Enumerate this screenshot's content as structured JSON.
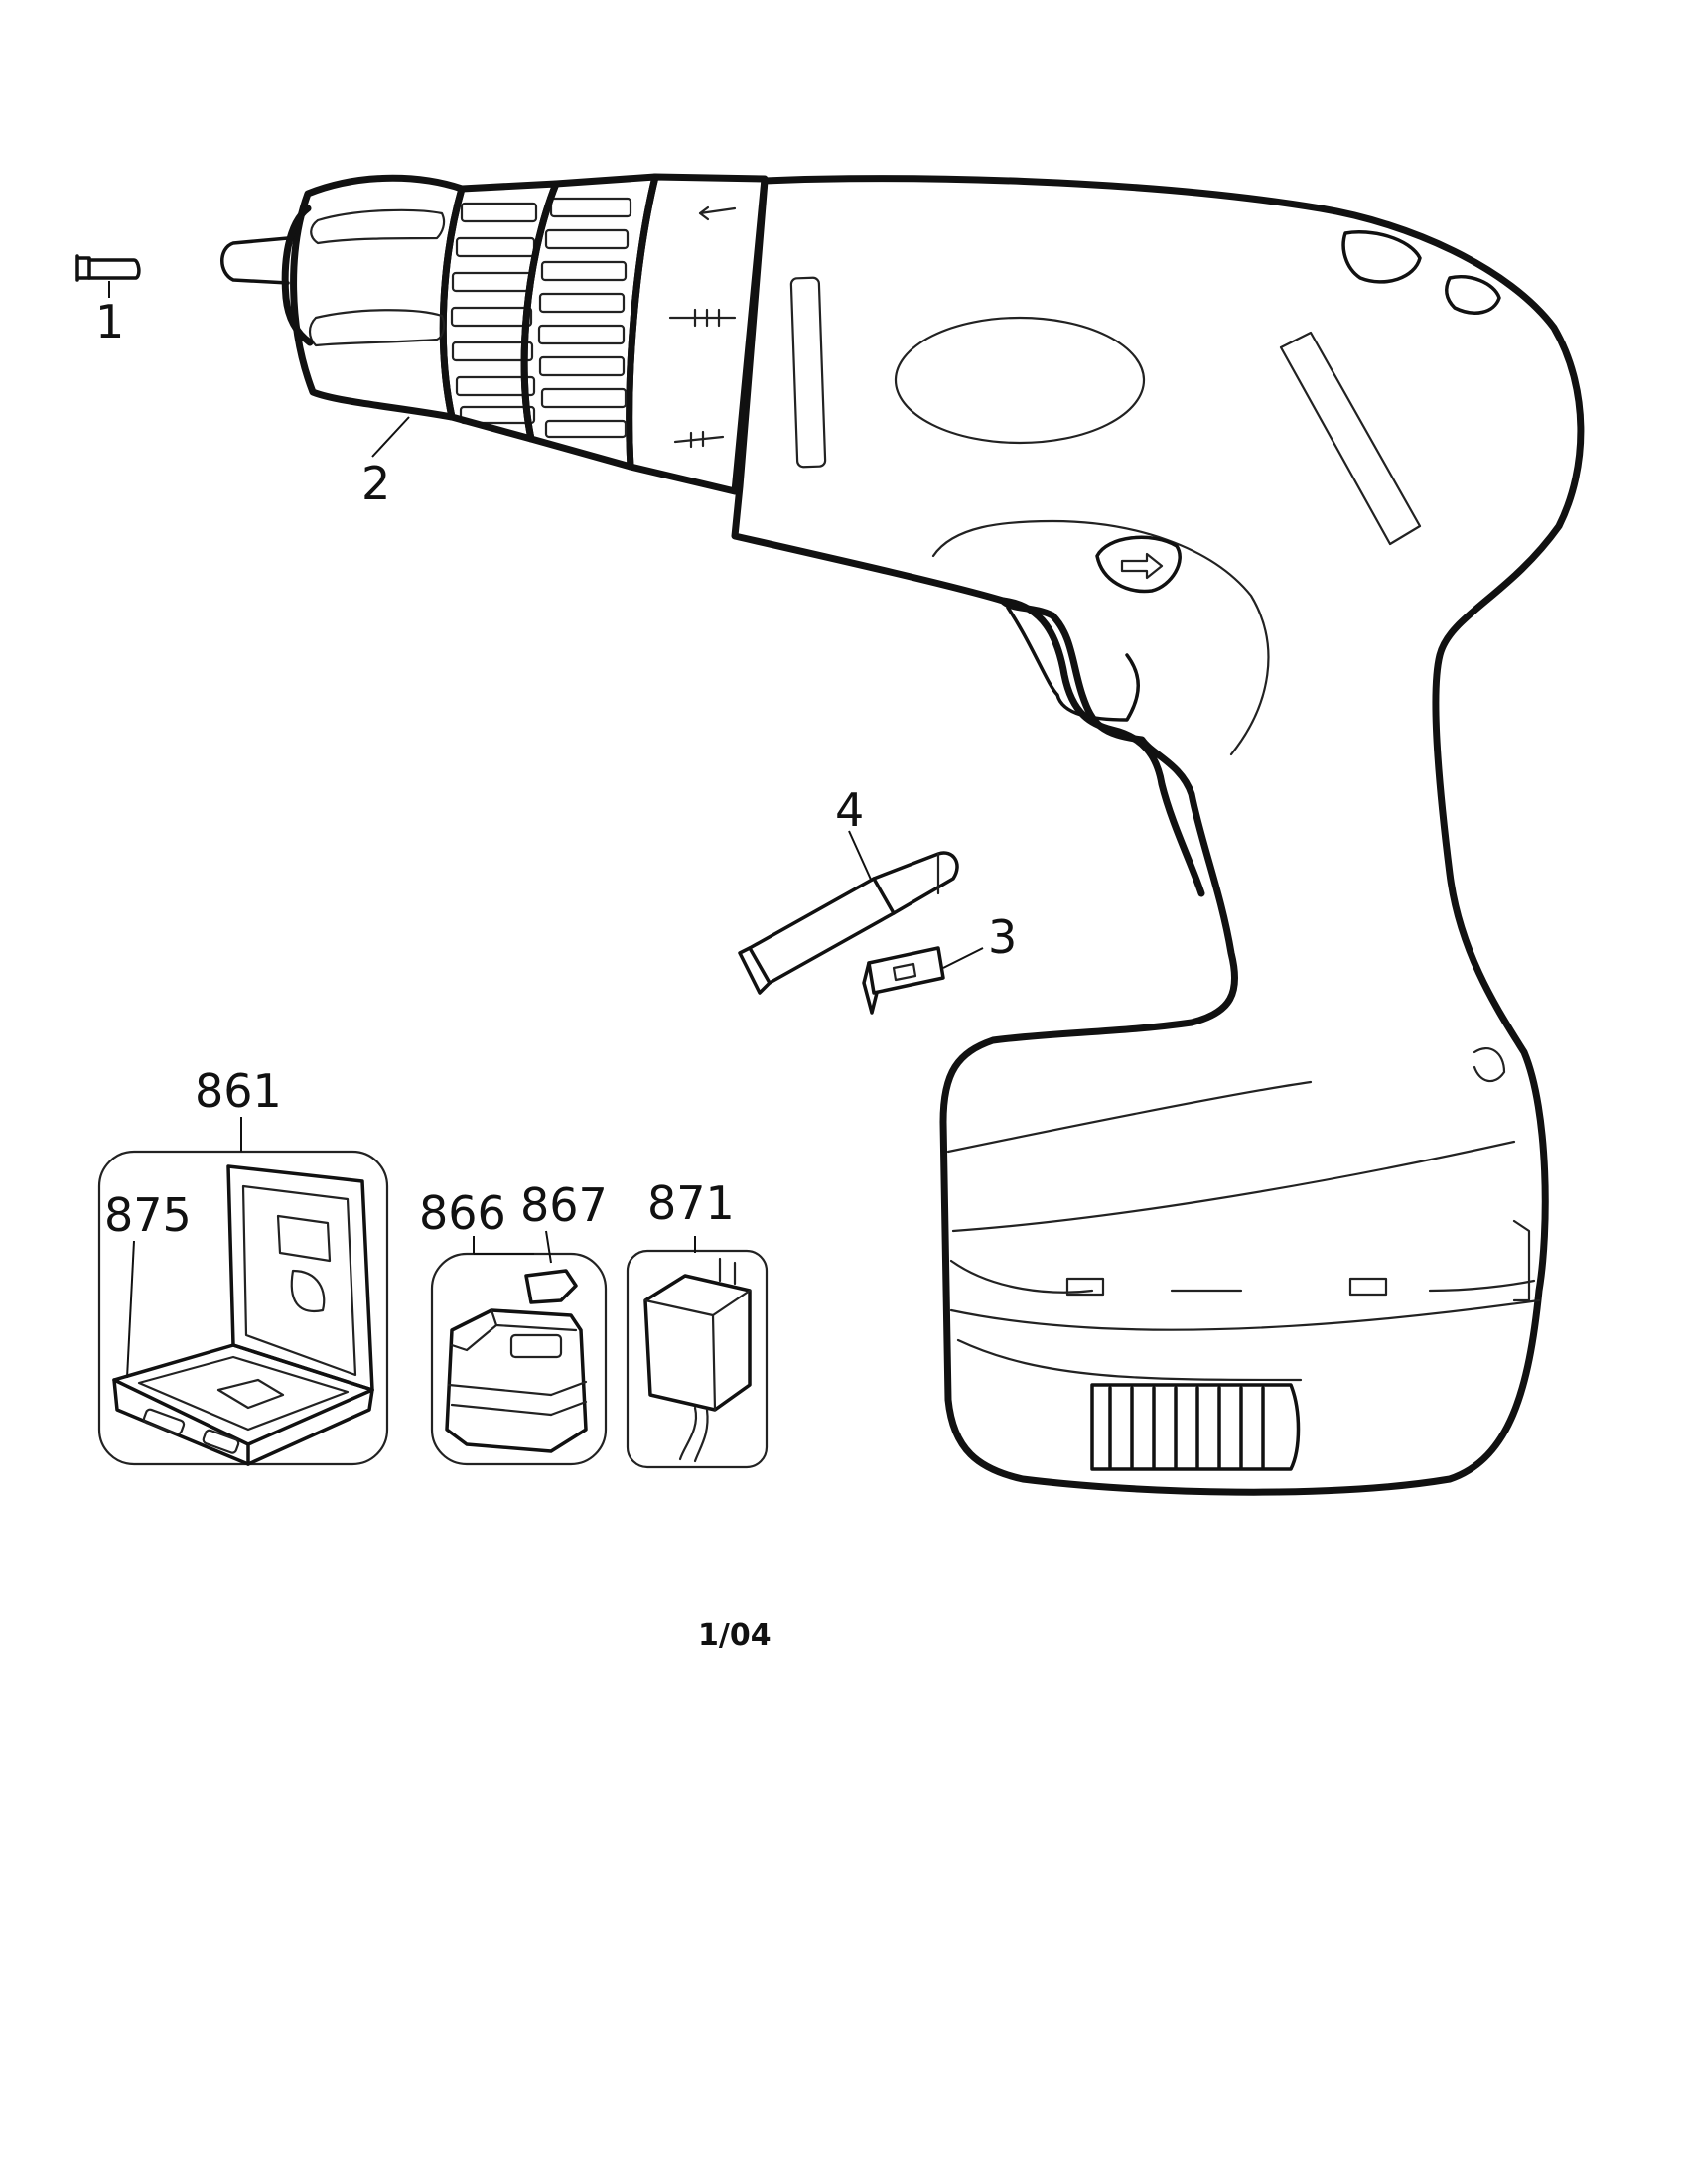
{
  "parts": {
    "p1": "1",
    "p2": "2",
    "p3": "3",
    "p4": "4",
    "p861": "861",
    "p875": "875",
    "p866": "866",
    "p867": "867",
    "p871": "871"
  },
  "footer": {
    "page_code": "1/04"
  }
}
